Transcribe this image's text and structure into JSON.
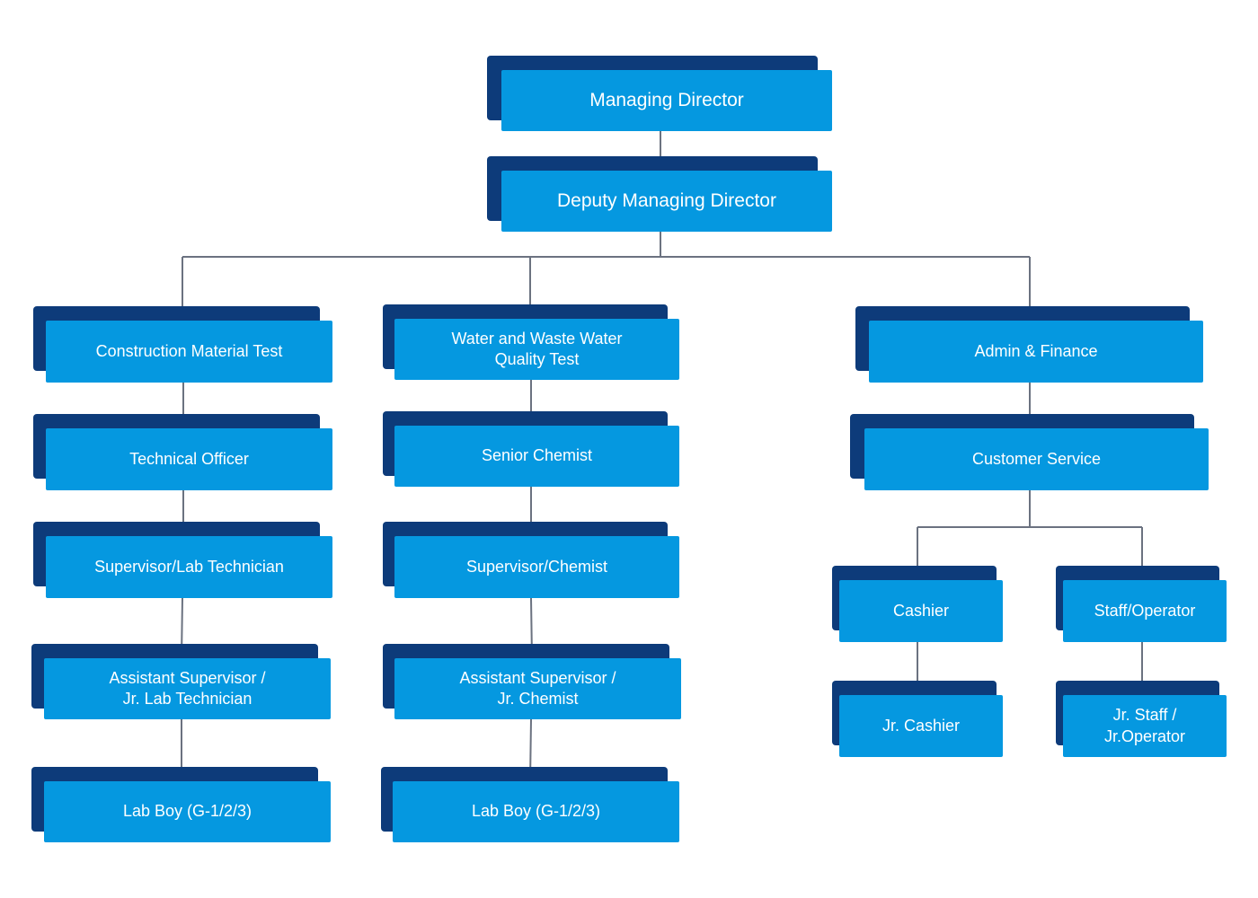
{
  "colors": {
    "box": "#0598e0",
    "box_shadow": "#0d3b7a",
    "connector": "#6b7280",
    "text": "#ffffff"
  },
  "nodes": {
    "md": "Managing Director",
    "dmd": "Deputy Managing Director",
    "cmt": "Construction Material Test",
    "to": "Technical Officer",
    "slt": "Supervisor/Lab Technician",
    "asl": "Assistant Supervisor /\nJr. Lab Technician",
    "lb1": "Lab Boy (G-1/2/3)",
    "wwt": "Water and Waste Water\nQuality Test",
    "sc": "Senior Chemist",
    "sch": "Supervisor/Chemist",
    "asc": "Assistant Supervisor /\nJr. Chemist",
    "lb2": "Lab Boy (G-1/2/3)",
    "af": "Admin & Finance",
    "cs": "Customer Service",
    "cash": "Cashier",
    "jcash": "Jr. Cashier",
    "so": "Staff/Operator",
    "jso": "Jr. Staff /\nJr.Operator"
  }
}
